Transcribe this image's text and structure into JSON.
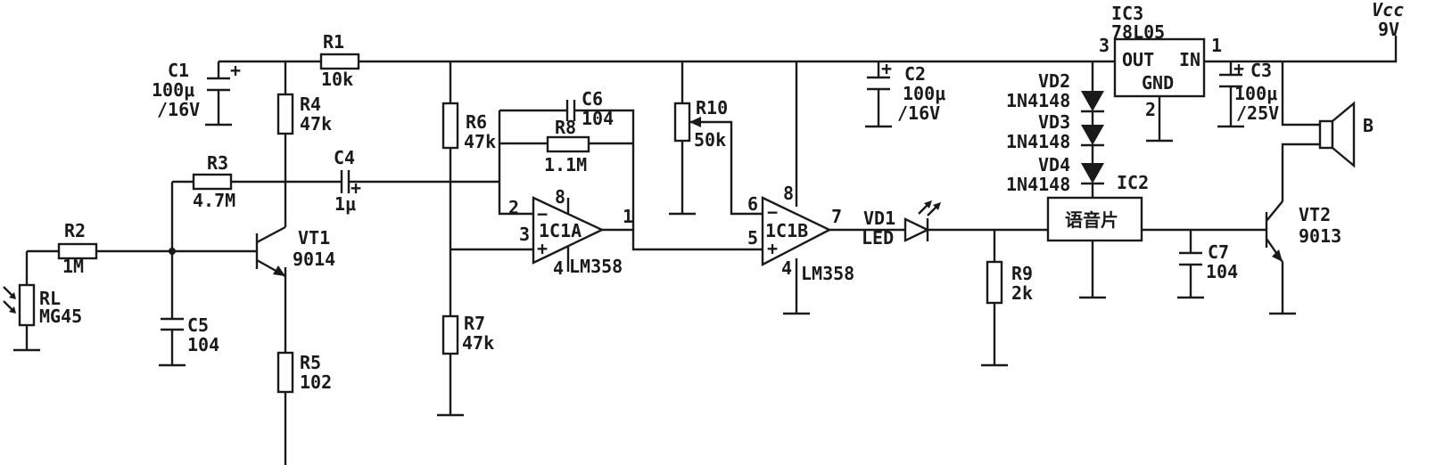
{
  "labels": {
    "ic3": "IC3",
    "ic3_part": "78L05",
    "ic3_out": "OUT",
    "ic3_in": "IN",
    "ic3_gnd": "GND",
    "ic3_pin3": "3",
    "ic3_pin1": "1",
    "ic3_pin2": "2",
    "vcc": "Vcc",
    "vcc_value": "9V",
    "c1": "C1",
    "c1_cap": "100μ",
    "c1_volt": "/16V",
    "r1": "R1",
    "r1_value": "10k",
    "r4": "R4",
    "r4_value": "47k",
    "r3": "R3",
    "r3_value": "4.7M",
    "c4": "C4",
    "c4_value": "1μ",
    "r2": "R2",
    "r2_value": "1M",
    "rl": "RL",
    "rl_part": "MG45",
    "vt1": "VT1",
    "vt1_part": "9014",
    "c5": "C5",
    "c5_value": "104",
    "r5": "R5",
    "r5_value": "102",
    "r6": "R6",
    "r6_value": "47k",
    "r7": "R7",
    "r7_value": "47k",
    "c6": "C6",
    "c6_value": "104",
    "r8": "R8",
    "r8_value": "1.1M",
    "ic1a": "1C1A",
    "ic1a_pin2": "2",
    "ic1a_pin3": "3",
    "ic1a_pin8": "8",
    "ic1a_pin4": "4",
    "ic1a_pin1": "1",
    "ic1a_part": "LM358",
    "r10": "R10",
    "r10_value": "50k",
    "ic1b": "1C1B",
    "ic1b_pin6": "6",
    "ic1b_pin5": "5",
    "ic1b_pin8": "8",
    "ic1b_pin4": "4",
    "ic1b_pin7": "7",
    "ic1b_part": "LM358",
    "c2": "C2",
    "c2_cap": "100μ",
    "c2_volt": "/16V",
    "vd1": "VD1",
    "vd1_part": "LED",
    "vd2": "VD2",
    "vd2_part": "1N4148",
    "vd3": "VD3",
    "vd3_part": "1N4148",
    "vd4": "VD4",
    "vd4_part": "1N4148",
    "ic2": "IC2",
    "ic2_name": "语音片",
    "r9": "R9",
    "r9_value": "2k",
    "c3": "C3",
    "c3_cap": "100μ",
    "c3_volt": "/25V",
    "c7": "C7",
    "c7_value": "104",
    "vt2": "VT2",
    "vt2_part": "9013",
    "speaker": "B",
    "minus": "−",
    "plus": "+"
  }
}
